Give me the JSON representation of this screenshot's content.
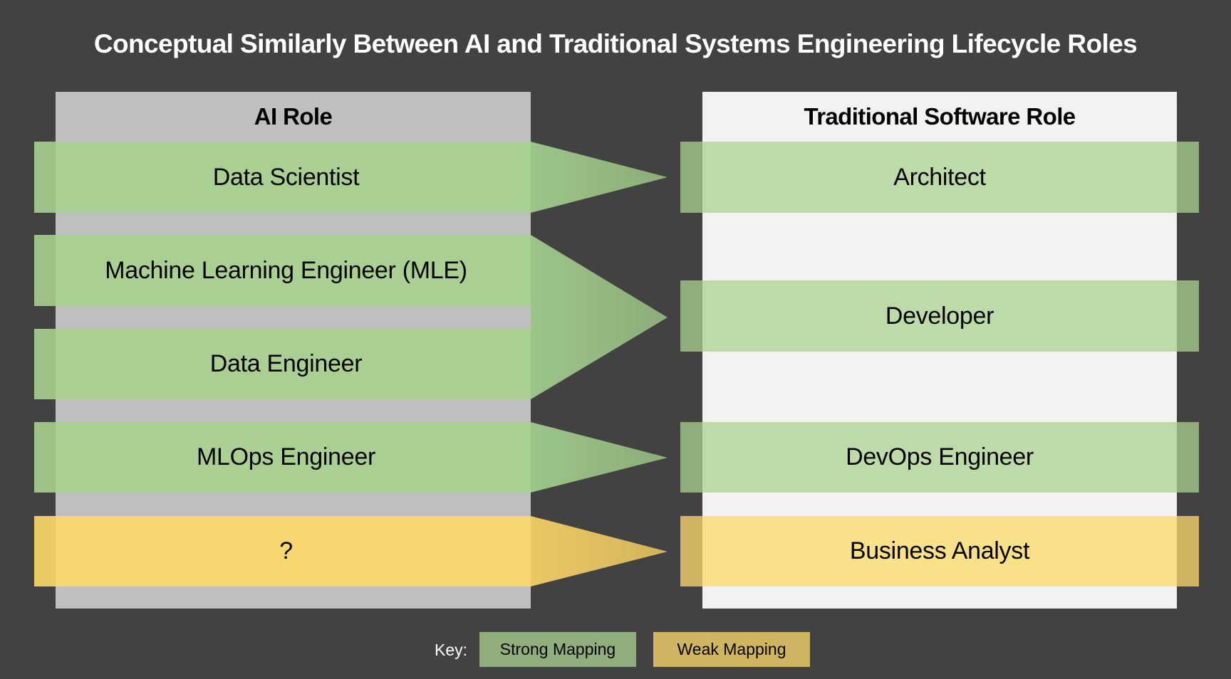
{
  "title": "Conceptual Similarly Between AI and Traditional Systems Engineering Lifecycle Roles",
  "left_column": {
    "header": "AI Role",
    "roles": [
      {
        "label": "Data Scientist",
        "mapping": "strong"
      },
      {
        "label": "Machine Learning Engineer (MLE)",
        "mapping": "strong"
      },
      {
        "label": "Data Engineer",
        "mapping": "strong"
      },
      {
        "label": "MLOps Engineer",
        "mapping": "strong"
      },
      {
        "label": "?",
        "mapping": "weak"
      }
    ]
  },
  "right_column": {
    "header": "Traditional Software Role",
    "roles": [
      {
        "label": "Architect",
        "mapping": "strong"
      },
      {
        "label": "Developer",
        "mapping": "strong"
      },
      {
        "label": "DevOps Engineer",
        "mapping": "strong"
      },
      {
        "label": "Business Analyst",
        "mapping": "weak"
      }
    ]
  },
  "mappings": [
    {
      "from": [
        "Data Scientist"
      ],
      "to": "Architect",
      "strength": "strong"
    },
    {
      "from": [
        "Machine Learning Engineer (MLE)",
        "Data Engineer"
      ],
      "to": "Developer",
      "strength": "strong"
    },
    {
      "from": [
        "MLOps Engineer"
      ],
      "to": "DevOps Engineer",
      "strength": "strong"
    },
    {
      "from": [
        "?"
      ],
      "to": "Business Analyst",
      "strength": "weak"
    }
  ],
  "legend": {
    "label": "Key:",
    "items": [
      {
        "label": "Strong Mapping",
        "color": "#8fae7b"
      },
      {
        "label": "Weak Mapping",
        "color": "#cfb461"
      }
    ]
  },
  "colors": {
    "background": "#424242",
    "ai_column": "#bfbfbf",
    "traditional_column": "#f2f2f2",
    "strong": "#a9cf93",
    "weak": "#f7d76f"
  }
}
